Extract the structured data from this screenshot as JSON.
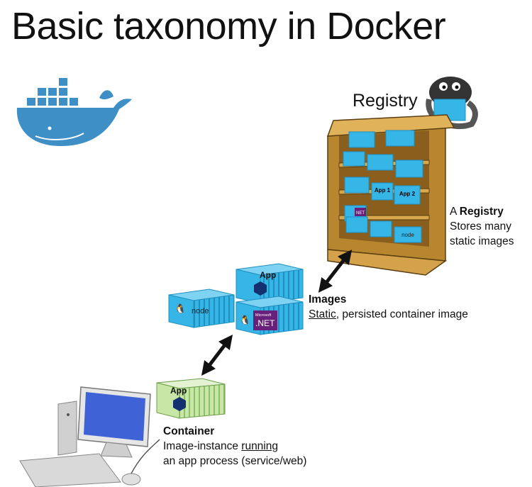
{
  "title": "Basic taxonomy in Docker",
  "registry": {
    "label": "Registry",
    "caption_prefix": "A ",
    "caption_bold": "Registry",
    "caption_line2": "Stores many",
    "caption_line3": "static images",
    "shelf_box_labels": [
      "App 1",
      "App 2",
      "NET",
      "node"
    ]
  },
  "images": {
    "caption_bold": "Images",
    "caption_underlined": "Static",
    "caption_rest": ", persisted container image",
    "box_app_label": "App",
    "box_node_label": "node",
    "box_net_brand": "Microsoft",
    "box_net_label": ".NET"
  },
  "container": {
    "caption_bold": "Container",
    "caption_line2_prefix": "Image-instance ",
    "caption_line2_underlined": "running",
    "caption_line3": "an app process (service/web)",
    "box_app_label": "App"
  },
  "colors": {
    "docker_blue": "#3d8fc6",
    "container_cyan": "#35b6e6",
    "container_green": "#c8e6a6",
    "shelf_wood": "#c9963c",
    "hexagon_navy": "#14306e",
    "net_purple": "#68217a"
  },
  "icons": [
    "docker-whale-icon",
    "octopus-icon",
    "computer-icon",
    "linux-tux-icon"
  ]
}
